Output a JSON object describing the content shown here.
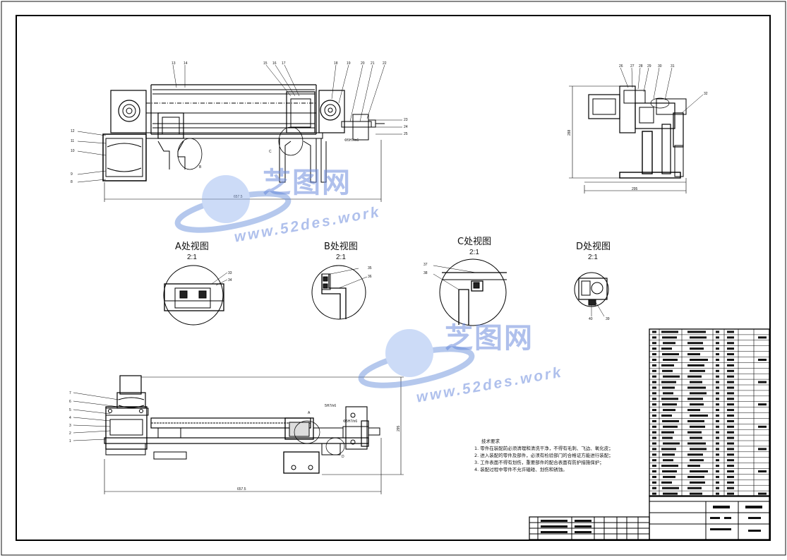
{
  "details": [
    {
      "title": "A处视图",
      "scale": "2:1"
    },
    {
      "title": "B处视图",
      "scale": "2:1"
    },
    {
      "title": "C处视图",
      "scale": "2:1"
    },
    {
      "title": "D处视图",
      "scale": "2:1"
    }
  ],
  "tech_notes": {
    "heading": "技术要求",
    "items": [
      "1. 零件在装配前必须清理和清洗干净，不得有毛刺、飞边、氧化皮；",
      "2. 进入装配的零件及部件，必须有检验部门的合格证方能进行装配；",
      "3. 工件表面不得有划伤，重要部件的配合表面有防护措施保护；",
      "4. 装配过程中零件不允许磕碰、划伤和锈蚀。"
    ]
  },
  "dimensions": {
    "front_width": "657.5",
    "side_width": "295",
    "side_height": "288",
    "top_width": "657.5",
    "top_height": "295",
    "fit_1": "Φ5H7/n6",
    "fit_2": "5H7/n6",
    "fit_3": "Φ5H7/n6"
  },
  "callouts": {
    "front_top": [
      "13",
      "14",
      "15",
      "16",
      "17",
      "18",
      "19",
      "20",
      "21",
      "22"
    ],
    "front_left": [
      "12",
      "11",
      "10",
      "9",
      "8"
    ],
    "front_right": [
      "23",
      "24",
      "25"
    ],
    "front_marks": [
      "C",
      "B"
    ],
    "side_top": [
      "26",
      "27",
      "28",
      "29",
      "30",
      "31"
    ],
    "side_right": [
      "32"
    ],
    "detail_a": [
      "33",
      "34"
    ],
    "detail_b": [
      "35",
      "36"
    ],
    "detail_c": [
      "37",
      "38"
    ],
    "detail_d": [
      "40",
      "39"
    ],
    "top_left": [
      "7",
      "6",
      "5",
      "4",
      "3",
      "2",
      "1"
    ],
    "top_marks": [
      "A",
      "D"
    ]
  },
  "watermark": {
    "text_cn": "芝图网",
    "url": "www.52des.work"
  }
}
